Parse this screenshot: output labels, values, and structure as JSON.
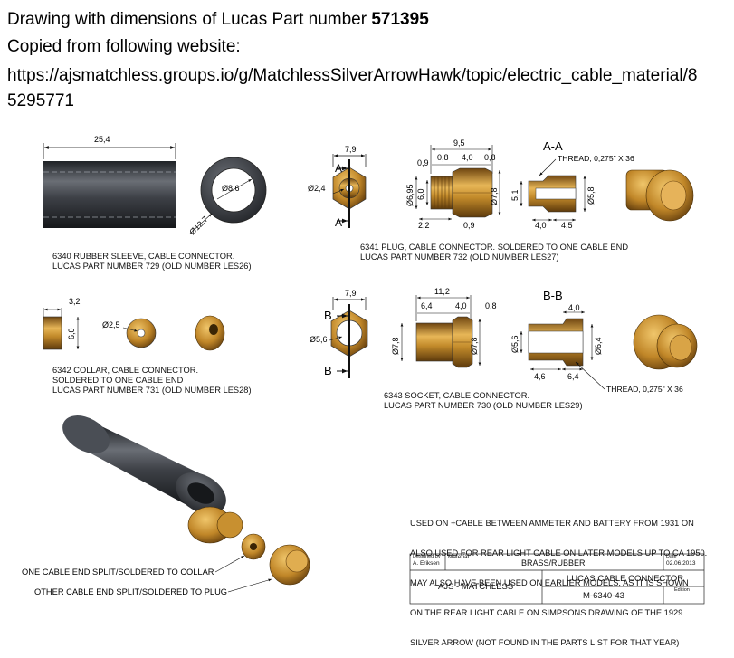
{
  "header": {
    "line1_prefix": "Drawing with dimensions of Lucas Part number ",
    "line1_bold": "571395",
    "line2": "Copied from following website:",
    "url1": "https://ajsmatchless.groups.io/g/MatchlessSilverArrowHawk/topic/electric_cable_material/8",
    "url2": "5295771"
  },
  "parts": {
    "sleeve": {
      "cap1": "6340 RUBBER SLEEVE, CABLE CONNECTOR.",
      "cap2": "LUCAS PART NUMBER 729 (OLD NUMBER LES26)",
      "dim_len": "25,4",
      "dim_in": "Ø8,6",
      "dim_out": "Ø12,7"
    },
    "plug": {
      "cap1": "6341 PLUG, CABLE CONNECTOR. SOLDERED TO ONE CABLE END",
      "cap2": "LUCAS PART NUMBER 732 (OLD NUMBER LES27)",
      "d79": "7,9",
      "d24": "Ø2,4",
      "dA": "A",
      "d95": "9,5",
      "d09": "0,9",
      "d08a": "0,8",
      "d40": "4,0",
      "d08b": "0,8",
      "d695": "Ø6,95",
      "d60": "6,0",
      "d78": "Ø7,8",
      "d22": "2,2",
      "d09b": "0,9",
      "section": "A-A",
      "thread": "THREAD, 0,275\" X 36",
      "d51": "5,1",
      "d58": "Ø5,8",
      "d40b": "4,0",
      "d45": "4,5"
    },
    "collar": {
      "cap1": "6342 COLLAR, CABLE CONNECTOR.",
      "cap2": "SOLDERED TO ONE CABLE END",
      "cap3": "LUCAS PART NUMBER 731 (OLD NUMBER LES28)",
      "d32": "3,2",
      "d60": "6,0",
      "d25": "Ø2,5"
    },
    "socket": {
      "cap1": "6343 SOCKET, CABLE CONNECTOR.",
      "cap2": "LUCAS PART NUMBER 730 (OLD NUMBER LES29)",
      "d79": "7,9",
      "d56": "Ø5,6",
      "dB": "B",
      "d112": "11,2",
      "d64": "6,4",
      "d40": "4,0",
      "d08": "0,8",
      "d78a": "Ø7,8",
      "d78b": "Ø7,8",
      "section": "B-B",
      "d40b": "4,0",
      "d56b": "Ø5,6",
      "d64b": "Ø6,4",
      "d46": "4,6",
      "d64c": "6,4",
      "thread": "THREAD, 0,275\" X 36"
    }
  },
  "assembly": {
    "label1": "ONE CABLE END SPLIT/SOLDERED TO COLLAR",
    "label2": "OTHER CABLE END SPLIT/SOLDERED TO PLUG"
  },
  "notes": [
    "USED ON +CABLE BETWEEN AMMETER AND BATTERY FROM 1931 ON",
    "ALSO USED FOR REAR LIGHT CABLE ON LATER MODELS UP TO CA 1950.",
    "MAY ALSO HAVE BEEN USED ON EARLIER MODELS, AS IT IS SHOWN",
    "ON THE REAR LIGHT CABLE ON SIMPSONS DRAWING OF THE 1929",
    "SILVER ARROW (NOT FOUND IN THE PARTS LIST FOR THAT YEAR)"
  ],
  "title_block": {
    "designed_by_label": "Designed by",
    "designed_by": "A. Eriksen",
    "material_label": "Material:",
    "material": "BRASS/RUBBER",
    "date_label": "Date",
    "date": "02.06.2013",
    "company": "AJS - MATCHLESS",
    "title": "LUCAS CABLE CONNECTOR",
    "number": "M-6340-43",
    "edition_label": "Edition"
  },
  "colors": {
    "brass": "#c8922e",
    "brass_dark": "#7a4e10",
    "rubber": "#3a3d42"
  }
}
